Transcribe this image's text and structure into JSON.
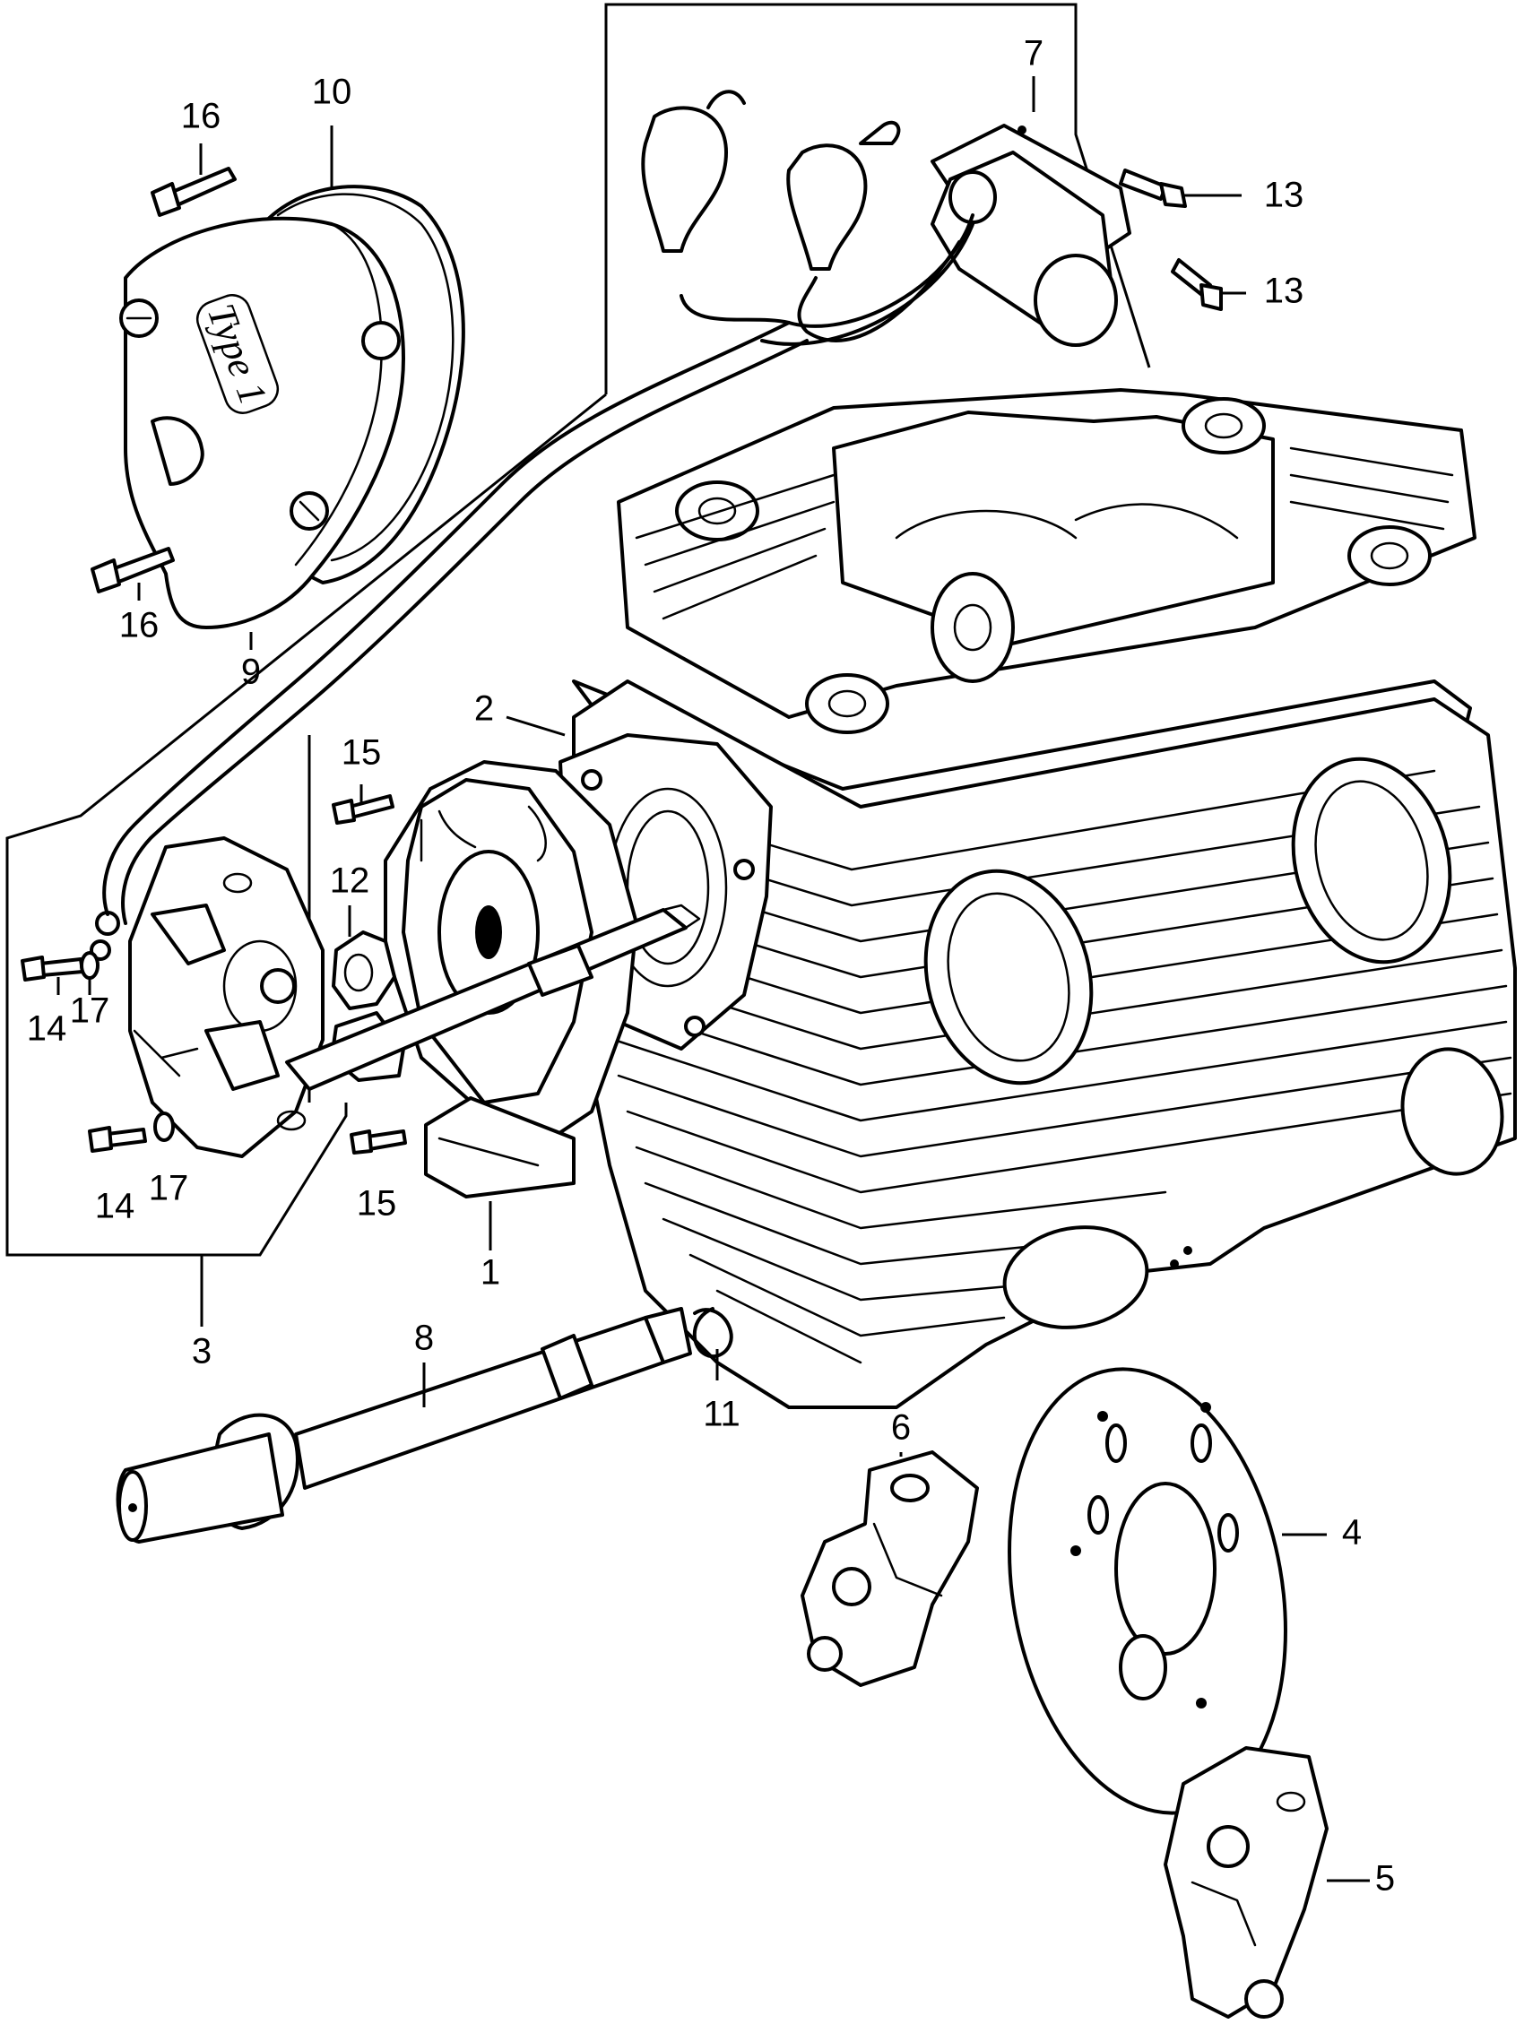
{
  "diagram": {
    "callouts": [
      {
        "id": "c1",
        "label": "1"
      },
      {
        "id": "c2",
        "label": "2"
      },
      {
        "id": "c3",
        "label": "3"
      },
      {
        "id": "c4",
        "label": "4"
      },
      {
        "id": "c5",
        "label": "5"
      },
      {
        "id": "c6",
        "label": "6"
      },
      {
        "id": "c7",
        "label": "7"
      },
      {
        "id": "c8",
        "label": "8"
      },
      {
        "id": "c9",
        "label": "9"
      },
      {
        "id": "c10",
        "label": "10"
      },
      {
        "id": "c11",
        "label": "11"
      },
      {
        "id": "c12",
        "label": "12"
      },
      {
        "id": "c13a",
        "label": "13"
      },
      {
        "id": "c13b",
        "label": "13"
      },
      {
        "id": "c14a",
        "label": "14"
      },
      {
        "id": "c14b",
        "label": "14"
      },
      {
        "id": "c15a",
        "label": "15"
      },
      {
        "id": "c15b",
        "label": "15"
      },
      {
        "id": "c16a",
        "label": "16"
      },
      {
        "id": "c16b",
        "label": "16"
      },
      {
        "id": "c17a",
        "label": "17"
      },
      {
        "id": "c17b",
        "label": "17"
      }
    ],
    "cover_marking": "Type 1"
  }
}
